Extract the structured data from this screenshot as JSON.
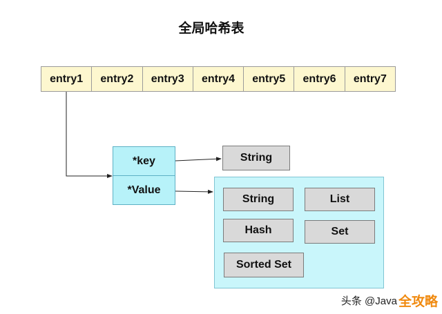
{
  "title": "全局哈希表",
  "entries": [
    "entry1",
    "entry2",
    "entry3",
    "entry4",
    "entry5",
    "entry6",
    "entry7"
  ],
  "dict_entry": {
    "key_label": "*key",
    "value_label": "*Value"
  },
  "key_type": "String",
  "value_types": {
    "string": "String",
    "list": "List",
    "hash": "Hash",
    "set": "Set",
    "sorted_set": "Sorted Set"
  },
  "watermark": {
    "prefix": "头条 @Java",
    "brand": "全攻略"
  },
  "colors": {
    "entry_fill": "#fdf7cf",
    "dict_entry_fill": "#b7f2f9",
    "value_container_fill": "#c9f6fb",
    "type_box_fill": "#d9d9d9",
    "arrow": "#222222"
  }
}
